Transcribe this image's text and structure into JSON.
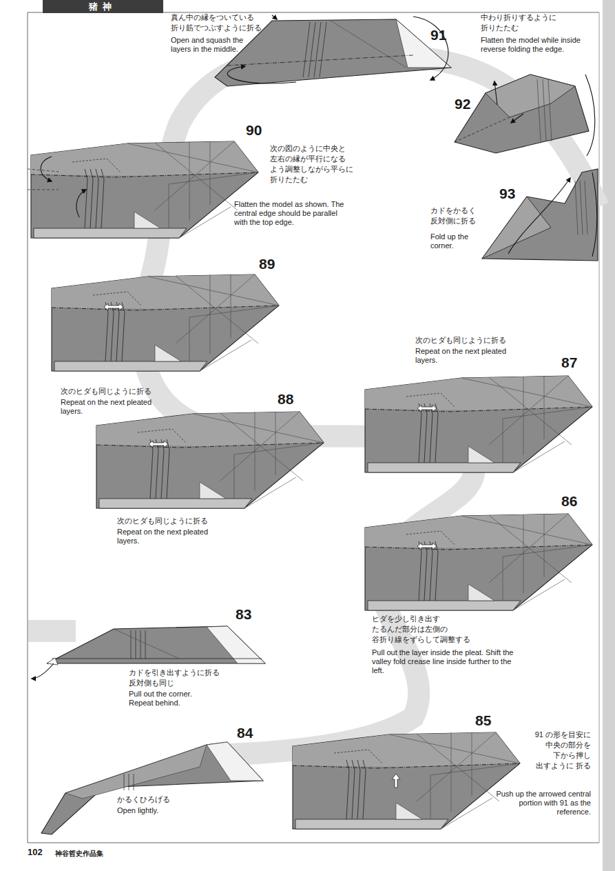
{
  "diagram": {
    "title": "猪神",
    "labels": [
      "91",
      "真ん中の縁をついている 折り筋でつぶすように折る",
      "Open and squash the layers in the middle.",
      "92",
      "中わり折りするように 折りたたむ",
      "Flatten the model while inside reverse folding the edge.",
      "90",
      "次の図のように中央と 左右の縁が平行になる よう調整しながら平らに 折りたたむ",
      "Flatten the model as shown. The central edge should be parallel with the top edge.",
      "93",
      "カドをかるく 反対側に折る",
      "Fold up the corner.",
      "89",
      "次のヒダも同じように折る",
      "Repeat on the next pleated layers.",
      "87",
      "次のヒダも同じように折る",
      "Repeat on the next pleated layers.",
      "88",
      "次のヒダも同じように折る",
      "Repeat on the next pleated layers.",
      "86",
      "ヒダを少し引き出す たるんだ部分は左側の 谷折り線をずらして調整する",
      "Pull out the layer inside the pleat. Shift the valley fold crease line inside further to the left.",
      "83",
      "カドを引き出すように折る 反対側も同じ",
      "Pull out the corner. Repeat behind.",
      "84",
      "かるくひろげる",
      "Open lightly.",
      "85",
      "91 の形を目安に 中央の部分を 下から押し 出すように 折る",
      "Push up the arrowed central portion with 91 as the reference.",
      "102",
      "神谷哲史作品集"
    ]
  }
}
